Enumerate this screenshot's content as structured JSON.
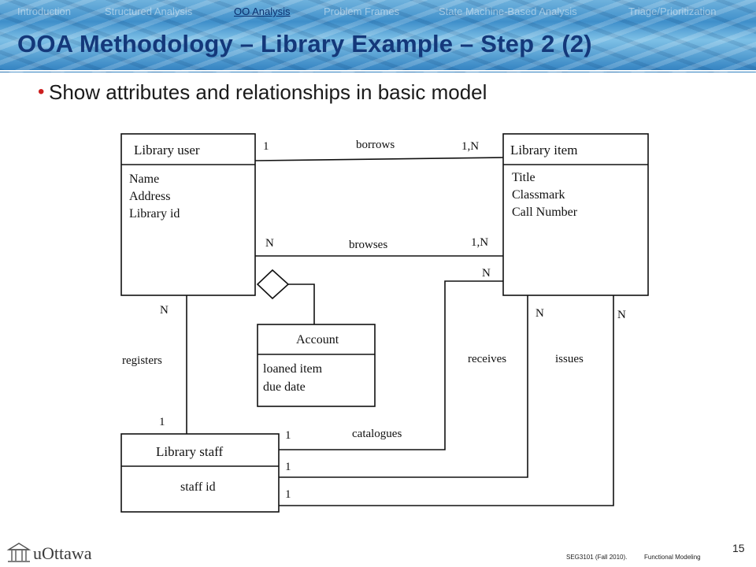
{
  "nav": {
    "items": [
      {
        "label": "Introduction",
        "active": false
      },
      {
        "label": "Structured Analysis",
        "active": false
      },
      {
        "label": "OO Analysis",
        "active": true
      },
      {
        "label": "Problem Frames",
        "active": false
      },
      {
        "label": "State Machine-Based Analysis",
        "active": false
      },
      {
        "label": "Triage/Prioritization",
        "active": false
      }
    ]
  },
  "slide": {
    "title": "OOA Methodology – Library Example – Step 2 (2)",
    "bullet": "Show attributes and relationships in basic model"
  },
  "diagram": {
    "classes": {
      "library_user": {
        "name": "Library user",
        "attributes": [
          "Name",
          "Address",
          "Library id"
        ]
      },
      "library_item": {
        "name": "Library item",
        "attributes": [
          "Title",
          "Classmark",
          "Call Number"
        ]
      },
      "account": {
        "name": "Account",
        "attributes": [
          "loaned item",
          "due date"
        ]
      },
      "library_staff": {
        "name": "Library staff",
        "attributes": [
          "staff id"
        ]
      }
    },
    "associations": {
      "borrows": {
        "label": "borrows",
        "from_mult": "1",
        "to_mult": "1,N"
      },
      "browses": {
        "label": "browses",
        "from_mult": "N",
        "to_mult": "1,N"
      },
      "registers": {
        "label": "registers",
        "from_mult": "N",
        "to_mult": "1"
      },
      "catalogues": {
        "label": "catalogues",
        "from_mult": "1",
        "to_mult": "N"
      },
      "receives": {
        "label": "receives",
        "from_mult": "1",
        "to_mult": "N"
      },
      "issues": {
        "label": "issues",
        "from_mult": "1",
        "to_mult": "N"
      }
    }
  },
  "footer": {
    "logo": "uOttawa",
    "course": "SEG3101 (Fall 2010).",
    "topic": "Functional Modeling",
    "page": "15"
  },
  "colors": {
    "title": "#14387a",
    "bullet": "#cc1f1f",
    "nav_active": "#0b2f6e",
    "header": "#3f8fca"
  }
}
